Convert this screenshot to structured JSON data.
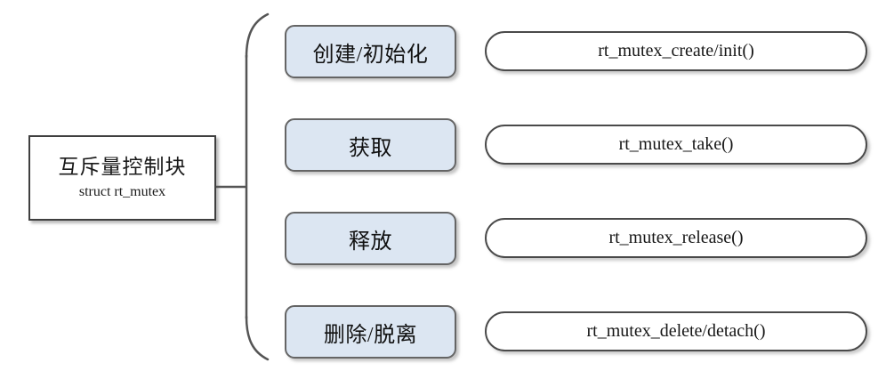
{
  "diagram": {
    "type": "mind-map",
    "main_block": {
      "title_cn": "互斥量控制块",
      "subtitle_en": "struct rt_mutex"
    },
    "connector": {
      "shape": "large-left-parenthesis-brace",
      "stub": "horizontal-line"
    },
    "rows": [
      {
        "operation_label": "创建/初始化",
        "api_signature": "rt_mutex_create/init()"
      },
      {
        "operation_label": "获取",
        "api_signature": "rt_mutex_take()"
      },
      {
        "operation_label": "释放",
        "api_signature": "rt_mutex_release()"
      },
      {
        "operation_label": "删除/脱离",
        "api_signature": "rt_mutex_delete/detach()"
      }
    ],
    "colors": {
      "background": "#ffffff",
      "label_box_fill": "#dce6f2",
      "label_box_border": "#656565",
      "capsule_fill": "#ffffff",
      "capsule_border": "#4a4a4a",
      "main_box_border": "#3f3f3f",
      "text": "#111111",
      "connector_stroke": "#555555"
    }
  }
}
